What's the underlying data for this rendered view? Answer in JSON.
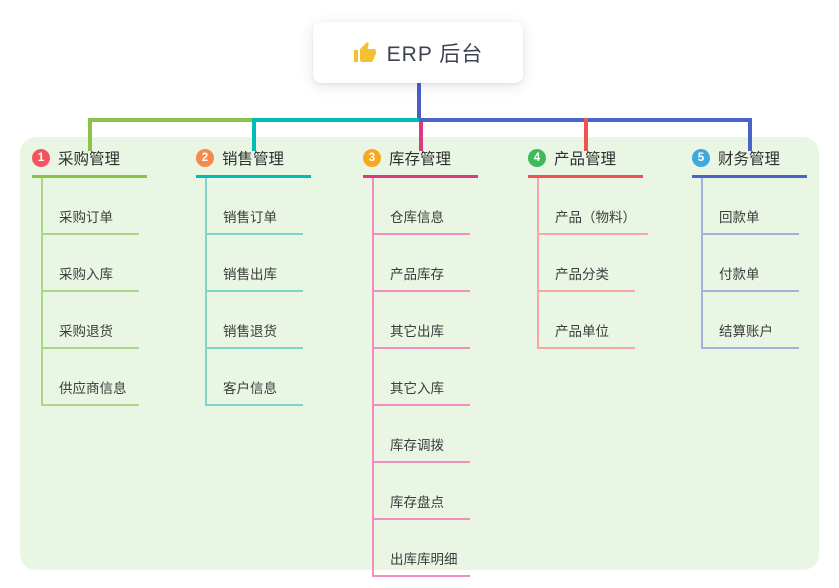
{
  "root": {
    "label": "ERP 后台",
    "icon": "thumbs-up-icon",
    "icon_color": "#f5c02f",
    "line_color": "#4a5ec6"
  },
  "panel": {
    "background": "#e9f6e3"
  },
  "branches": [
    {
      "title": "采购管理",
      "badge": {
        "number": "1",
        "color": "#f4545c"
      },
      "line_color": "#8ac24a",
      "child_line_color": "#abd687",
      "children": [
        "采购订单",
        "采购入库",
        "采购退货",
        "供应商信息"
      ]
    },
    {
      "title": "销售管理",
      "badge": {
        "number": "2",
        "color": "#f7894c"
      },
      "line_color": "#00bcb4",
      "child_line_color": "#82d3cc",
      "children": [
        "销售订单",
        "销售出库",
        "销售退货",
        "客户信息"
      ]
    },
    {
      "title": "库存管理",
      "badge": {
        "number": "3",
        "color": "#f7a823"
      },
      "line_color": "#da3b80",
      "child_line_color": "#f08fc0",
      "children": [
        "仓库信息",
        "产品库存",
        "其它出库",
        "其它入库",
        "库存调拨",
        "库存盘点",
        "出库库明细"
      ]
    },
    {
      "title": "产品管理",
      "badge": {
        "number": "4",
        "color": "#3dbb5b"
      },
      "line_color": "#f05152",
      "child_line_color": "#f7a8a4",
      "children": [
        "产品（物料）",
        "产品分类",
        "产品单位"
      ]
    },
    {
      "title": "财务管理",
      "badge": {
        "number": "5",
        "color": "#3fa9dc"
      },
      "line_color": "#4a63c6",
      "child_line_color": "#a2b1e0",
      "children": [
        "回款单",
        "付款单",
        "结算账户"
      ]
    }
  ]
}
